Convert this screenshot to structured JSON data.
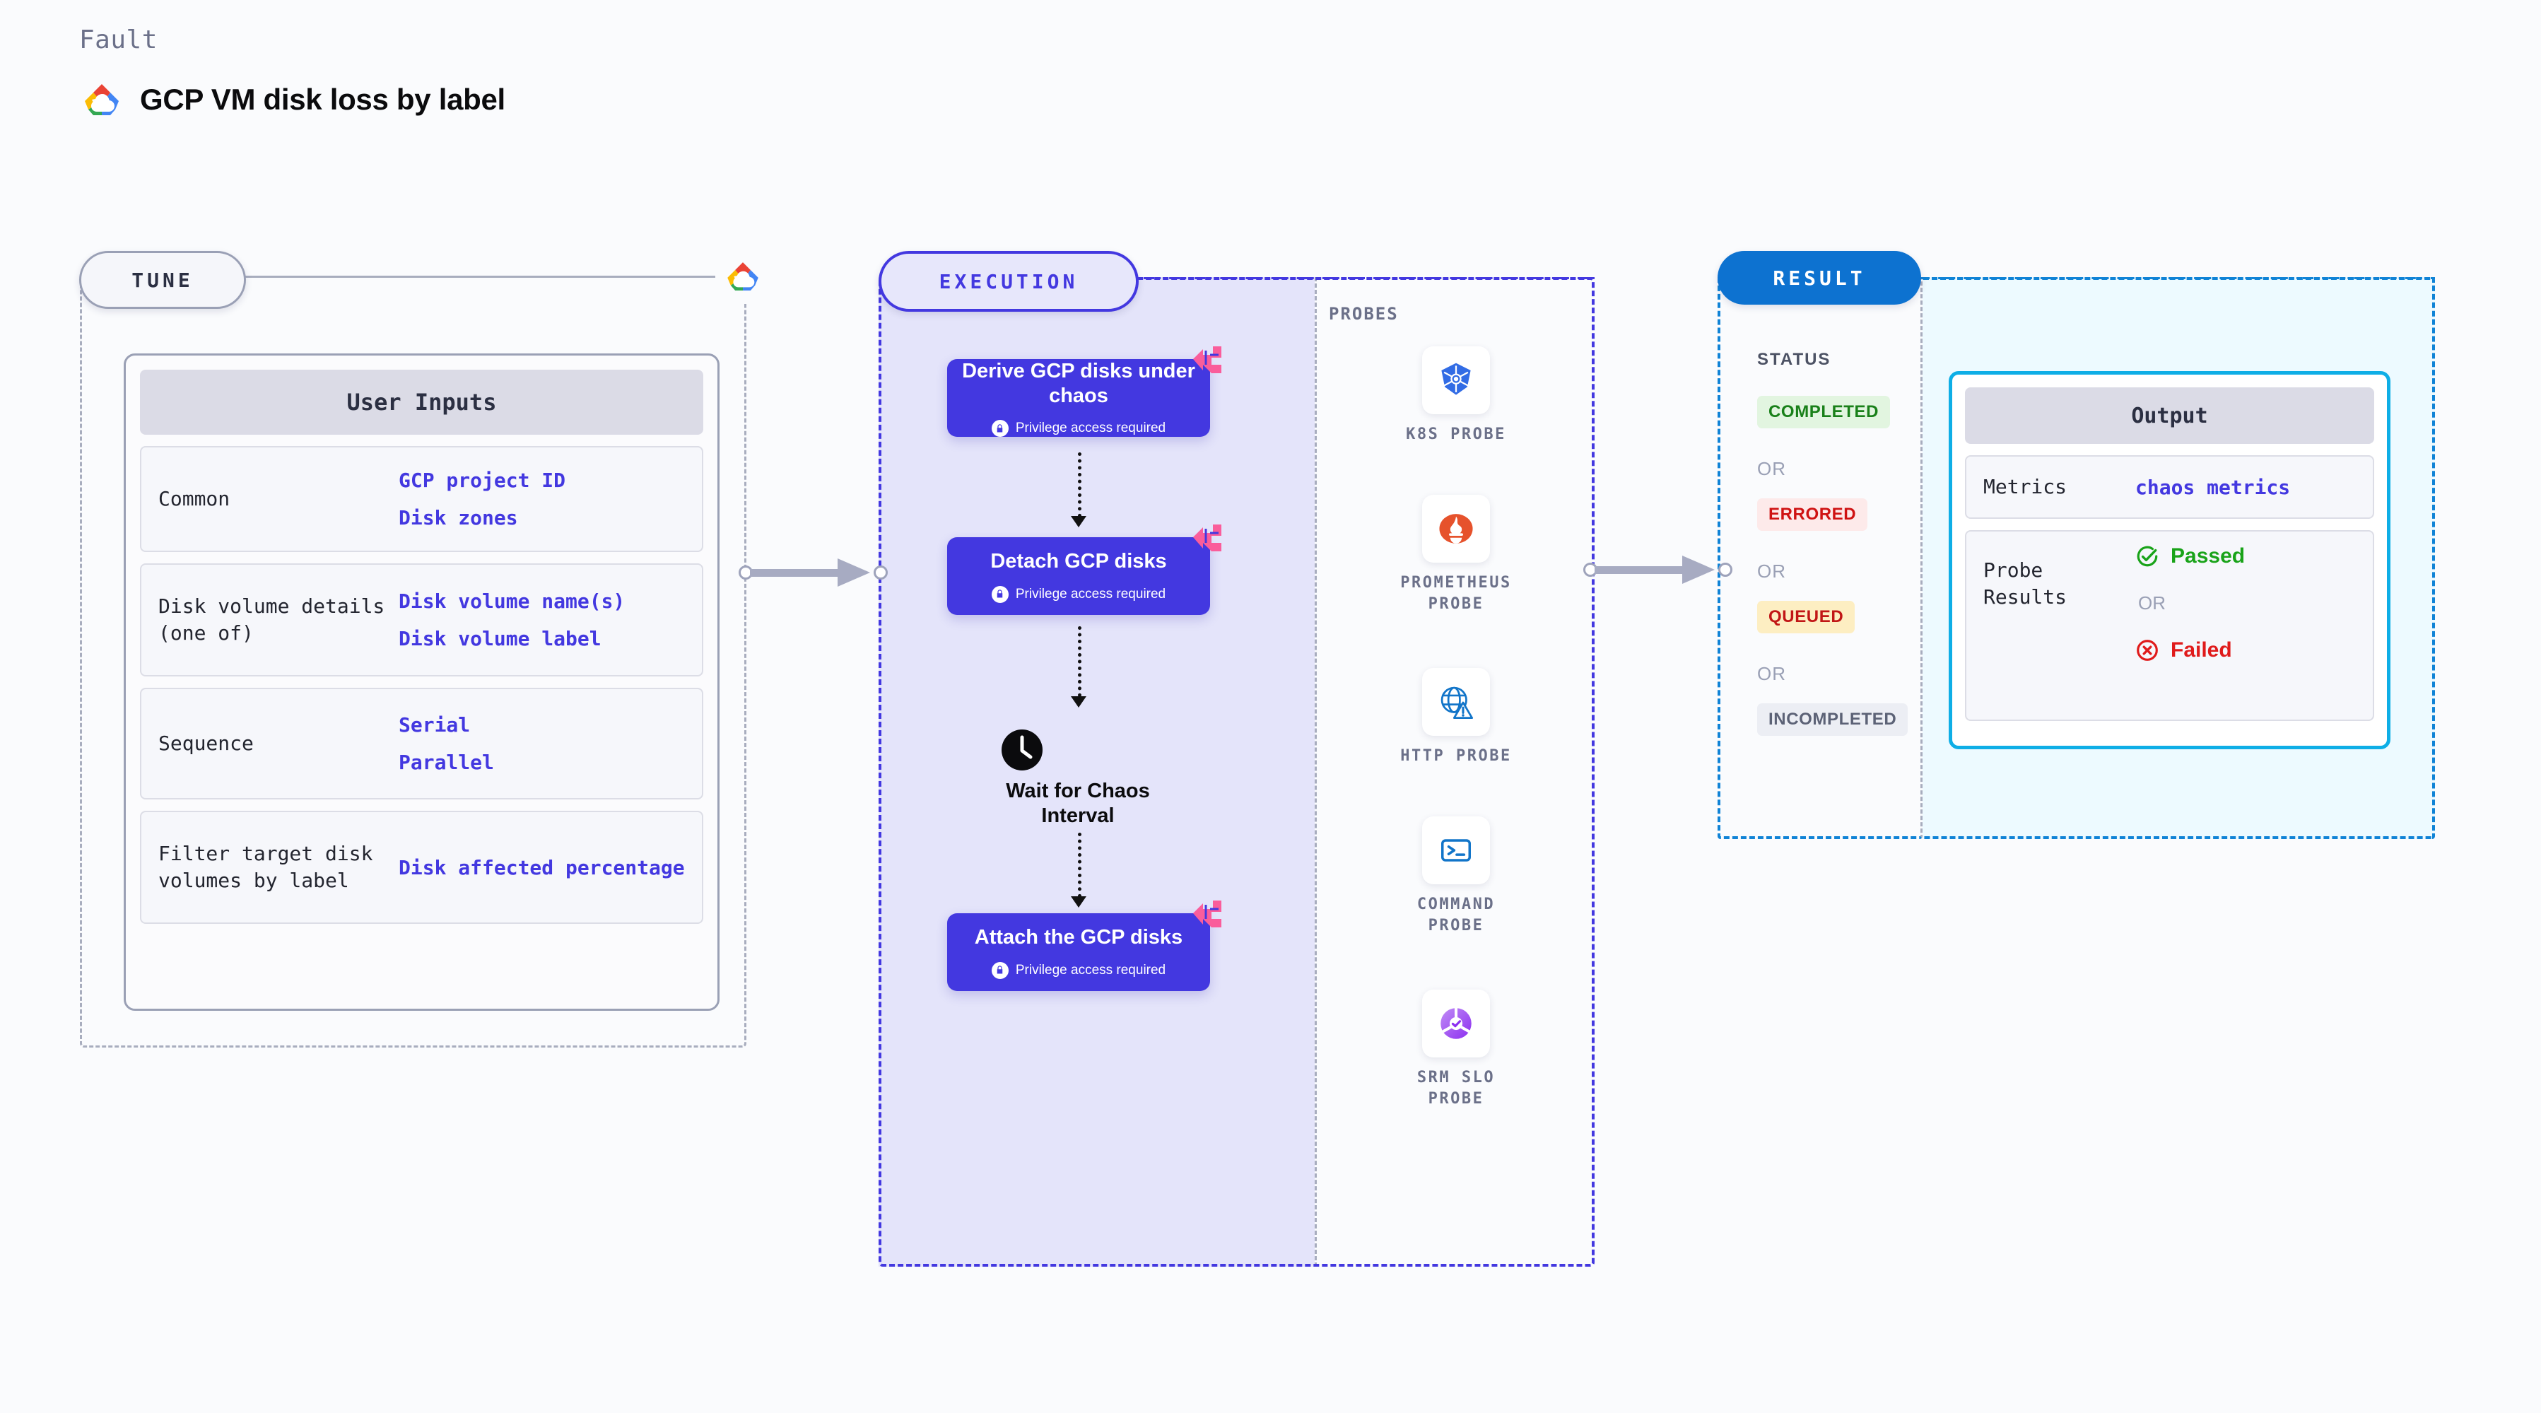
{
  "header": {
    "kicker": "Fault",
    "title": "GCP VM disk loss by label",
    "logo_icon": "gcp-logo-icon"
  },
  "tune": {
    "pill_label": "TUNE",
    "provider_icon": "gcp-logo-icon",
    "card_title": "User Inputs",
    "rows": [
      {
        "key": "Common",
        "values": [
          "GCP project ID",
          "Disk zones"
        ]
      },
      {
        "key": "Disk volume details (one of)",
        "values": [
          "Disk volume name(s)",
          "Disk volume label"
        ]
      },
      {
        "key": "Sequence",
        "values": [
          "Serial",
          "Parallel"
        ]
      },
      {
        "key": "Filter target disk volumes by label",
        "values": [
          "Disk affected percentage"
        ]
      }
    ]
  },
  "execution": {
    "pill_label": "EXECUTION",
    "privilege_note": "Privilege access required",
    "nodes": [
      {
        "title": "Derive GCP disks under chaos",
        "privileged": true,
        "ribbon": "harness-ribbon-icon"
      },
      {
        "title": "Detach GCP disks",
        "privileged": true,
        "ribbon": "harness-ribbon-icon"
      },
      {
        "title": "Attach the GCP disks",
        "privileged": true,
        "ribbon": "harness-ribbon-icon"
      }
    ],
    "wait": {
      "label": "Wait for Chaos Interval",
      "icon": "clock-icon"
    },
    "probes": {
      "title": "PROBES",
      "items": [
        {
          "label": "K8S PROBE",
          "icon": "kubernetes-icon"
        },
        {
          "label": "PROMETHEUS PROBE",
          "icon": "prometheus-icon"
        },
        {
          "label": "HTTP PROBE",
          "icon": "http-globe-warning-icon"
        },
        {
          "label": "COMMAND PROBE",
          "icon": "terminal-icon"
        },
        {
          "label": "SRM SLO PROBE",
          "icon": "srm-slo-icon"
        }
      ]
    }
  },
  "result": {
    "pill_label": "RESULT",
    "status_title": "STATUS",
    "or_label": "OR",
    "statuses": [
      {
        "label": "COMPLETED",
        "bg": "#e2f5e0",
        "fg": "#198019"
      },
      {
        "label": "ERRORED",
        "bg": "#fdeaea",
        "fg": "#cf1313"
      },
      {
        "label": "QUEUED",
        "bg": "#fdeec2",
        "fg": "#c11616"
      },
      {
        "label": "INCOMPLETED",
        "bg": "#eceef4",
        "fg": "#5c6276"
      }
    ],
    "output": {
      "title": "Output",
      "metrics_key": "Metrics",
      "metrics_value": "chaos metrics",
      "probe_results_key": "Probe Results",
      "passed_label": "Passed",
      "failed_label": "Failed",
      "or_label": "OR",
      "passed_icon": "check-circle-icon",
      "failed_icon": "x-circle-icon"
    }
  },
  "colors": {
    "accent_indigo": "#4338e0",
    "accent_blue": "#0d72d0",
    "accent_cyan": "#0eaee6",
    "ribbon_pink": "#fa5d9b",
    "muted": "#6b7089"
  }
}
